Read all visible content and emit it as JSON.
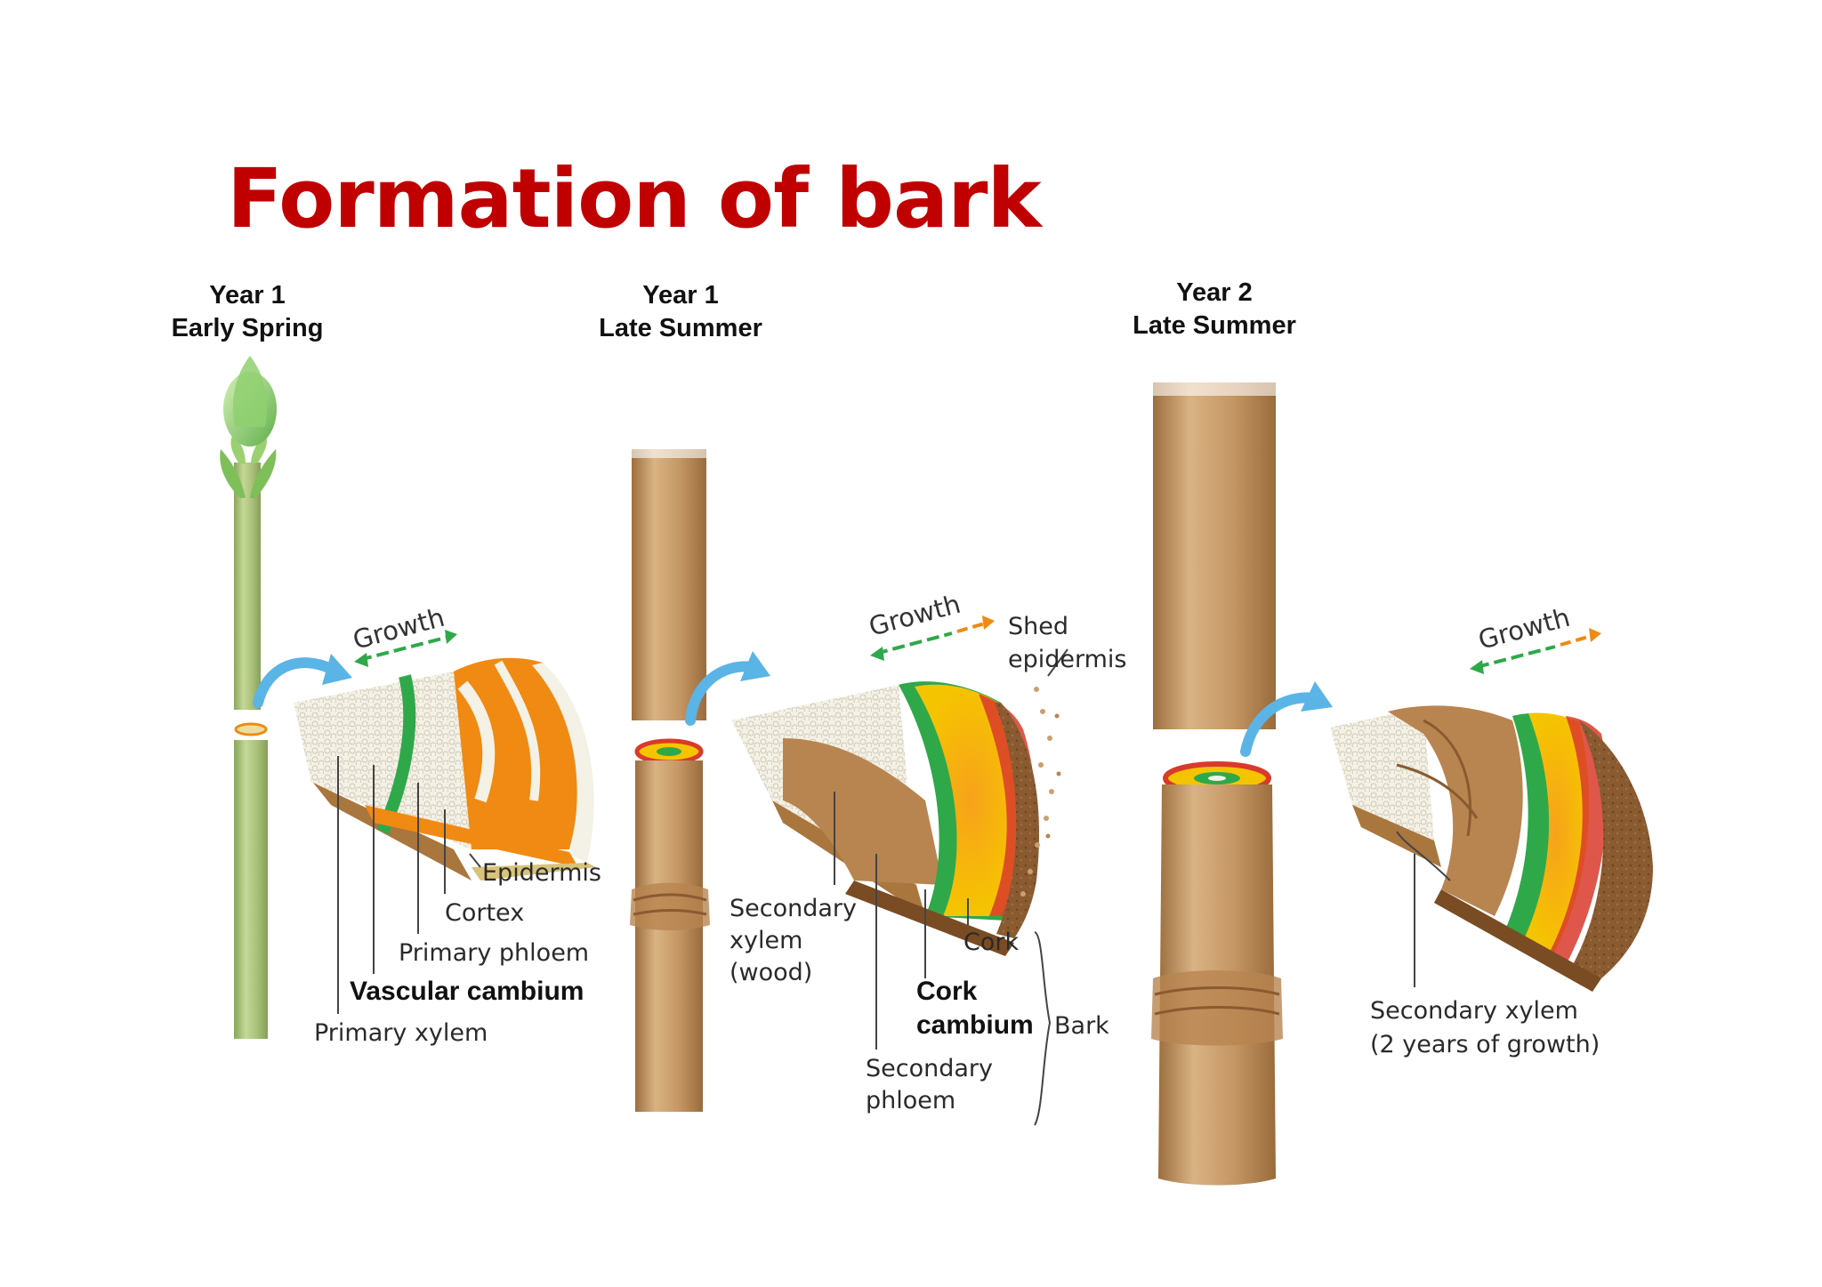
{
  "title": "Formation of bark",
  "colors": {
    "title": "#c00000",
    "young_stem": "#a8bf78",
    "woody_stem": "#c9a070",
    "cambium_green": "#2fa84a",
    "phloem_yellow": "#f5c400",
    "primary_orange": "#f08a12",
    "cork_red": "#d93a2a",
    "arrow_blue": "#5ab4e6"
  },
  "stages": [
    {
      "title_line1": "Year 1",
      "title_line2": "Early Spring",
      "growth": "Growth",
      "labels": {
        "epidermis": "Epidermis",
        "cortex": "Cortex",
        "primary_phloem": "Primary phloem",
        "vascular_cambium": "Vascular cambium",
        "primary_xylem": "Primary xylem"
      }
    },
    {
      "title_line1": "Year 1",
      "title_line2": "Late Summer",
      "growth": "Growth",
      "labels": {
        "shed_line1": "Shed",
        "shed_line2": "epidermis",
        "sec_xylem_line1": "Secondary",
        "sec_xylem_line2": "xylem",
        "sec_xylem_line3": "(wood)",
        "cork": "Cork",
        "cork_cambium_line1": "Cork",
        "cork_cambium_line2": "cambium",
        "bark": "Bark",
        "sec_phloem_line1": "Secondary",
        "sec_phloem_line2": "phloem"
      }
    },
    {
      "title_line1": "Year 2",
      "title_line2": "Late Summer",
      "growth": "Growth",
      "labels": {
        "sec_xylem2_line1": "Secondary xylem",
        "sec_xylem2_line2": "(2 years of growth)"
      }
    }
  ]
}
